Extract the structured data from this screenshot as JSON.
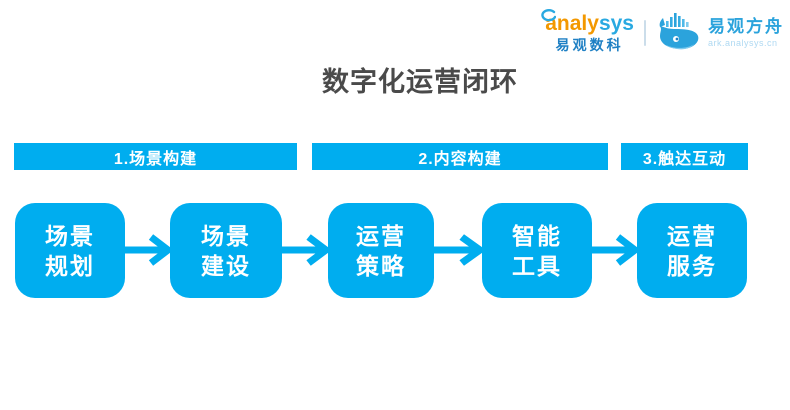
{
  "header": {
    "logo_left": {
      "word_a": "a",
      "word_mid": "naly",
      "word_suffix": "sys",
      "subtitle": "易观数科"
    },
    "logo_right": {
      "name": "易观方舟",
      "url": "ark.analysys.cn"
    }
  },
  "title": "数字化运营闭环",
  "stages": [
    {
      "label": "1.场景构建"
    },
    {
      "label": "2.内容构建"
    },
    {
      "label": "3.触达互动"
    }
  ],
  "steps": [
    {
      "line1": "场景",
      "line2": "规划"
    },
    {
      "line1": "场景",
      "line2": "建设"
    },
    {
      "line1": "运营",
      "line2": "策略"
    },
    {
      "line1": "智能",
      "line2": "工具"
    },
    {
      "line1": "运营",
      "line2": "服务"
    }
  ],
  "colors": {
    "primary": "#00ADEF",
    "title_text": "#4A4A4A",
    "box_text": "#FFFFFF",
    "logo_orange": "#F39800",
    "logo_light_blue": "#29A9E1",
    "logo_dark_blue": "#1F80C4",
    "logo_url_blue": "#AFD9F2"
  }
}
